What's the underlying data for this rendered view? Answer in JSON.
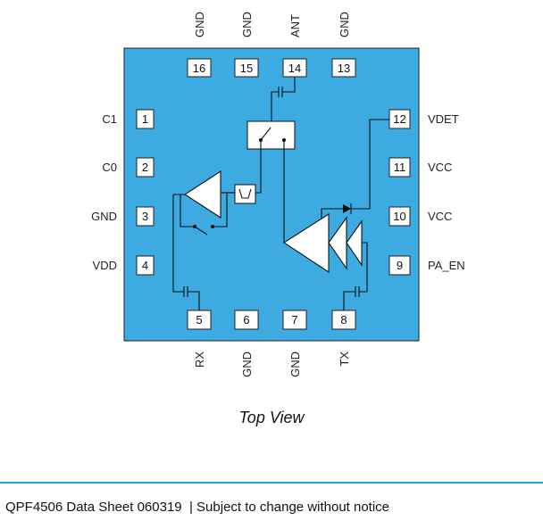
{
  "colors": {
    "body": "#3eaae2",
    "footer_rule": "#2a9fd8"
  },
  "pins": [
    {
      "num": "1",
      "label": "C1"
    },
    {
      "num": "2",
      "label": "C0"
    },
    {
      "num": "3",
      "label": "GND"
    },
    {
      "num": "4",
      "label": "VDD"
    },
    {
      "num": "5",
      "label": "RX"
    },
    {
      "num": "6",
      "label": "GND"
    },
    {
      "num": "7",
      "label": "GND"
    },
    {
      "num": "8",
      "label": "TX"
    },
    {
      "num": "9",
      "label": "PA_EN"
    },
    {
      "num": "10",
      "label": "VCC"
    },
    {
      "num": "11",
      "label": "VCC"
    },
    {
      "num": "12",
      "label": "VDET"
    },
    {
      "num": "13",
      "label": "GND"
    },
    {
      "num": "14",
      "label": "ANT"
    },
    {
      "num": "15",
      "label": "GND"
    },
    {
      "num": "16",
      "label": "GND"
    }
  ],
  "caption": "Top View",
  "footer": {
    "text": "QPF4506 Data Sheet 060319  | Subject to change without notice"
  }
}
